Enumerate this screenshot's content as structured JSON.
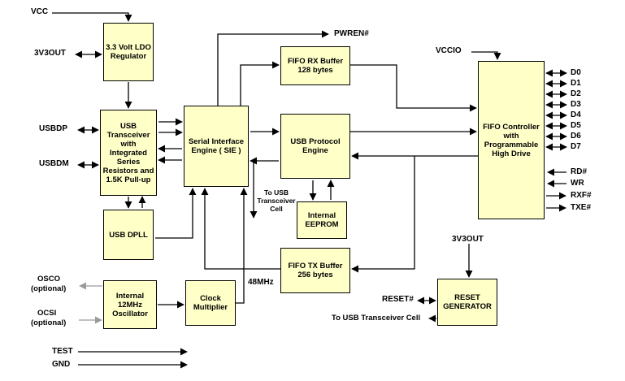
{
  "blocks": {
    "ldo": {
      "label": "3.3 Volt LDO Regulator"
    },
    "transceiver": {
      "label": "USB Transceiver with Integrated Series Resistors and 1.5K Pull-up"
    },
    "dpll": {
      "label": "USB DPLL"
    },
    "oscillator": {
      "label": "Internal 12MHz Oscillator"
    },
    "clock_multiplier": {
      "label": "Clock Multiplier"
    },
    "sie": {
      "label": "Serial Interface Engine ( SIE )"
    },
    "fifo_rx": {
      "label": "FIFO RX Buffer 128 bytes"
    },
    "protocol": {
      "label": "USB Protocol Engine"
    },
    "eeprom": {
      "label": "Internal EEPROM"
    },
    "fifo_tx": {
      "label": "FIFO TX Buffer 256 bytes"
    },
    "fifo_controller": {
      "label": "FIFO Controller with Programmable High Drive"
    },
    "reset_generator": {
      "label": "RESET GENERATOR"
    }
  },
  "pins": {
    "vcc": "VCC",
    "v3out_top": "3V3OUT",
    "usbdp": "USBDP",
    "usbdm": "USBDM",
    "osco": "OSCO",
    "osco_note": "(optional)",
    "ocsi": "OCSI",
    "ocsi_note": "(optional)",
    "test": "TEST",
    "gnd": "GND",
    "pwren": "PWREN#",
    "vccio": "VCCIO",
    "data_bus": [
      "D0",
      "D1",
      "D2",
      "D3",
      "D4",
      "D5",
      "D6",
      "D7"
    ],
    "rd": "RD#",
    "wr": "WR",
    "rxf": "RXF#",
    "txe": "TXE#",
    "v3out_bottom": "3V3OUT",
    "reset": "RESET#",
    "to_usb_cell_mid": "To USB Transceiver Cell",
    "to_usb_cell_bottom": "To USB Transceiver Cell",
    "clk48": "48MHz"
  },
  "colors": {
    "block_fill": "#ffffc8",
    "block_border": "#000000",
    "line": "#000000",
    "optional_line": "#9a9a9a"
  }
}
